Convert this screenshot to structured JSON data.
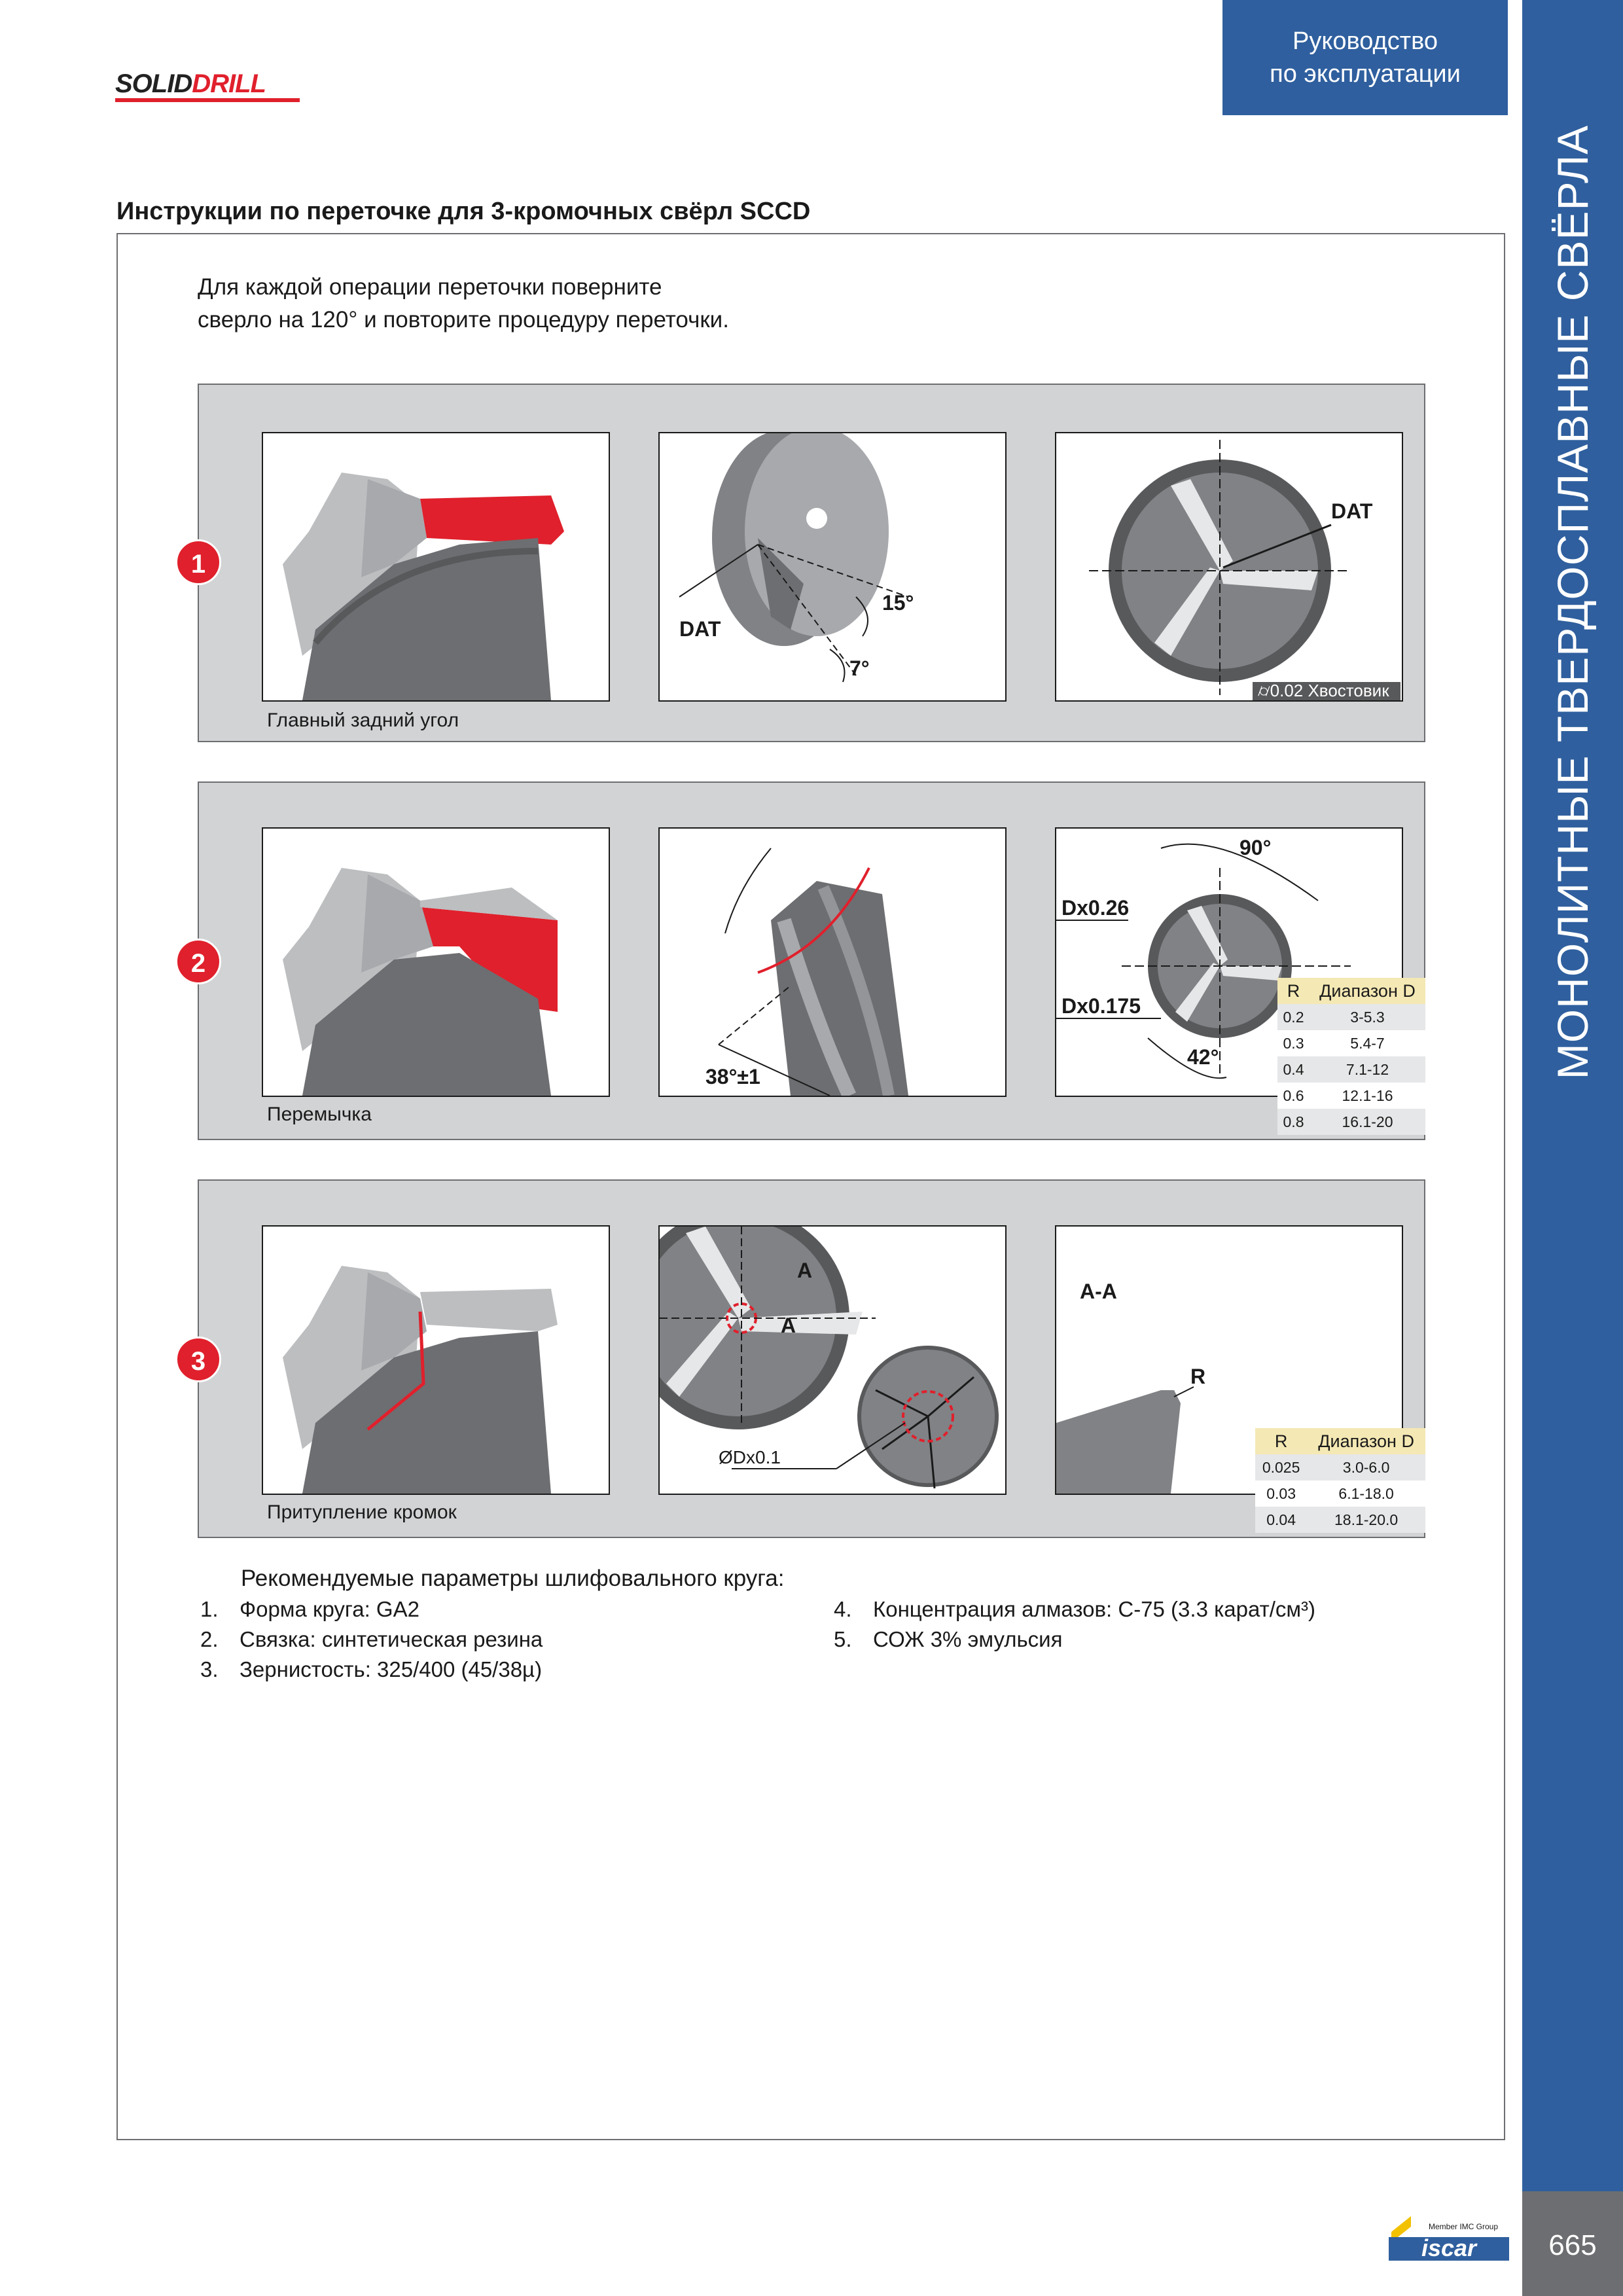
{
  "header": {
    "logo_part1": "SOLID",
    "logo_part2": "DRILL",
    "tab_line1": "Руководство",
    "tab_line2": "по эксплуатации"
  },
  "side_title": "МОНОЛИТНЫЕ ТВЕРДОСПЛАВНЫЕ СВЁРЛА",
  "page_number": "665",
  "brand": {
    "name": "iscar",
    "member": "Member IMC Group"
  },
  "section_title": "Инструкции по переточке для 3-кромочных свёрл SCCD",
  "intro": {
    "line1": "Для каждой операции переточки поверните",
    "line2": "сверло на 120° и повторите процедуру переточки."
  },
  "steps": [
    {
      "number": "1",
      "caption": "Главный задний угол",
      "labels": {
        "dat_left": "DAT",
        "angle_15": "15°",
        "angle_7": "7°",
        "dat_right": "DAT",
        "shank_note": "⌭0.02 Хвостовик"
      }
    },
    {
      "number": "2",
      "caption": "Перемычка",
      "labels": {
        "angle_38": "38°±1",
        "angle_90": "90°",
        "dx026": "Dx0.26",
        "dx0175": "Dx0.175",
        "angle_42": "42°"
      },
      "table": {
        "headers": [
          "R",
          "Диапазон D"
        ],
        "rows": [
          [
            "0.2",
            "3-5.3"
          ],
          [
            "0.3",
            "5.4-7"
          ],
          [
            "0.4",
            "7.1-12"
          ],
          [
            "0.6",
            "12.1-16"
          ],
          [
            "0.8",
            "16.1-20"
          ]
        ]
      }
    },
    {
      "number": "3",
      "caption": "Притупление кромок",
      "labels": {
        "a_top": "A",
        "a_bottom": "A",
        "dia": "ØDx0.1",
        "section": "A-A",
        "r": "R"
      },
      "table": {
        "headers": [
          "R",
          "Диапазон D"
        ],
        "rows": [
          [
            "0.025",
            "3.0-6.0"
          ],
          [
            "0.03",
            "6.1-18.0"
          ],
          [
            "0.04",
            "18.1-20.0"
          ]
        ]
      }
    }
  ],
  "params": {
    "title": "Рекомендуемые параметры шлифовального круга:",
    "items": [
      {
        "n": "1.",
        "text": "Форма круга: GA2"
      },
      {
        "n": "2.",
        "text": "Связка: синтетическая резина"
      },
      {
        "n": "3.",
        "text": "Зернистость: 325/400 (45/38µ)"
      },
      {
        "n": "4.",
        "text": "Концентрация алмазов: C-75 (3.3 карат/см³)"
      },
      {
        "n": "5.",
        "text": "СОЖ 3% эмульсия"
      }
    ]
  },
  "colors": {
    "brand_blue": "#2f5f9e",
    "accent_red": "#e0202c",
    "panel_grey": "#d2d3d5",
    "footer_grey": "#6d6e71"
  }
}
